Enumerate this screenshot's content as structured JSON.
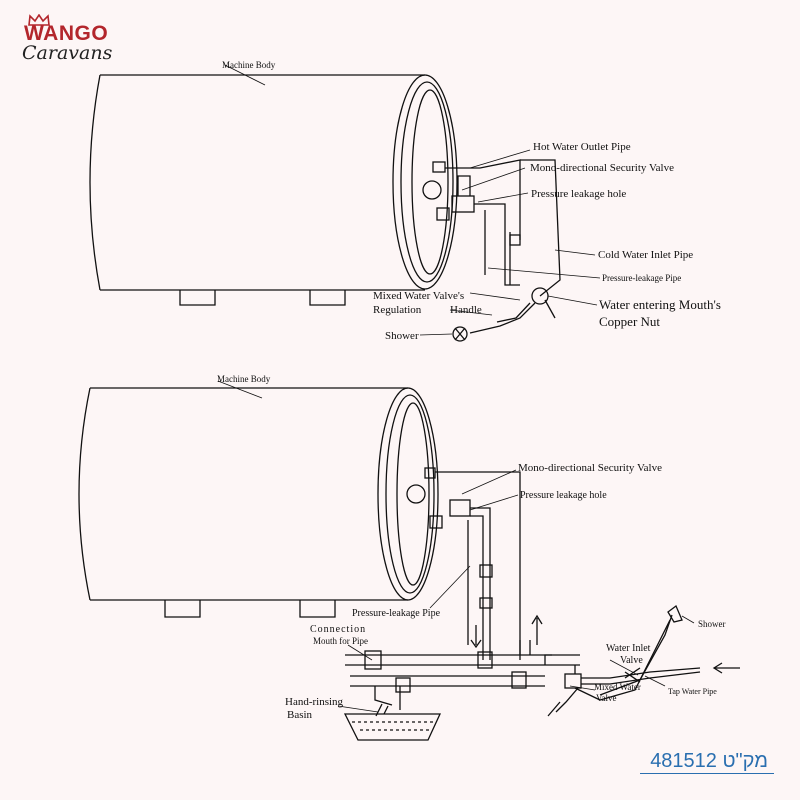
{
  "brand": {
    "line1": "WANGO",
    "line2": "Caravans",
    "color": "#b3262c"
  },
  "sku_label": "מק\"ט 481512",
  "top_diagram": {
    "title": "Machine Body",
    "labels": {
      "hot_outlet": "Hot  Water  Outlet Pipe",
      "security_valve": "Mono-directional Security Valve",
      "pressure_hole": "Pressure leakage hole",
      "cold_inlet": "Cold Water Inlet Pipe",
      "pressure_pipe": "Pressure-leakage Pipe",
      "copper_nut_1": "Water entering Mouth's",
      "copper_nut_2": "Copper Nut",
      "mixed_valve_1": "Mixed Water Valve's",
      "mixed_valve_2": "Regulation",
      "handle": "Handle",
      "shower": "Shower"
    }
  },
  "bottom_diagram": {
    "title": "Machine Body",
    "labels": {
      "security_valve": "Mono-directional Security Valve",
      "pressure_hole": "Pressure leakage hole",
      "pressure_pipe": "Pressure-leakage Pipe",
      "connection_1": "Connection",
      "connection_2": "Mouth for Pipe",
      "hand_basin_1": "Hand-rinsing",
      "hand_basin_2": "Basin",
      "water_inlet_1": "Water Inlet",
      "water_inlet_2": "Valve",
      "mixed_water_1": "Mixed Water",
      "mixed_water_2": "Valve",
      "tap_pipe": "Tap Water Pipe",
      "shower": "Shower"
    }
  }
}
